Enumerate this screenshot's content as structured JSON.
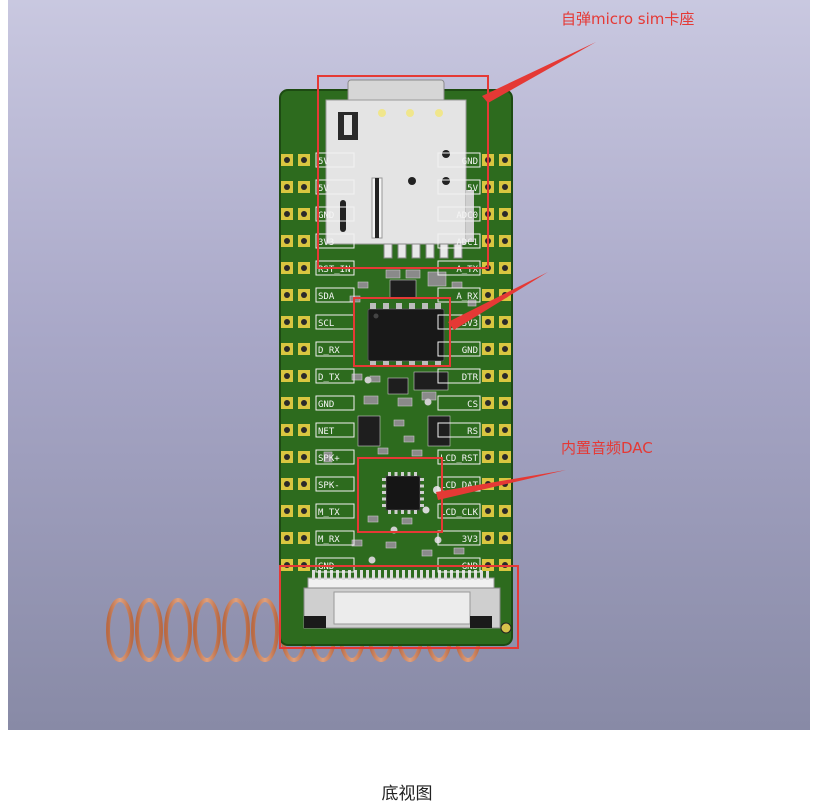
{
  "annotations": {
    "sim_slot": "自弹micro sim卡座",
    "audio_dac": "内置音频DAC"
  },
  "caption": "底视图",
  "pin_labels_left": [
    "5V",
    "5V",
    "GND",
    "3V3",
    "RST_IN",
    "SDA",
    "SCL",
    "D_RX",
    "D_TX",
    "GND",
    "NET",
    "SPK+",
    "SPK-",
    "M_TX",
    "M_RX",
    "GND"
  ],
  "pin_labels_right": [
    "GND",
    "5V",
    "ADC0",
    "ADC1",
    "A_TX",
    "A_RX",
    "3V3",
    "GND",
    "DTR",
    "CS",
    "RS",
    "LCD_RST",
    "LCD_DAT",
    "LCD_CLK",
    "3V3",
    "GND"
  ],
  "colors": {
    "pcb": "#2d6b1e",
    "pad": "#d9c640",
    "highlight": "#e53935",
    "antenna": "#c77a52",
    "background_top": "#c9c8e0",
    "background_bottom": "#888aa6"
  }
}
